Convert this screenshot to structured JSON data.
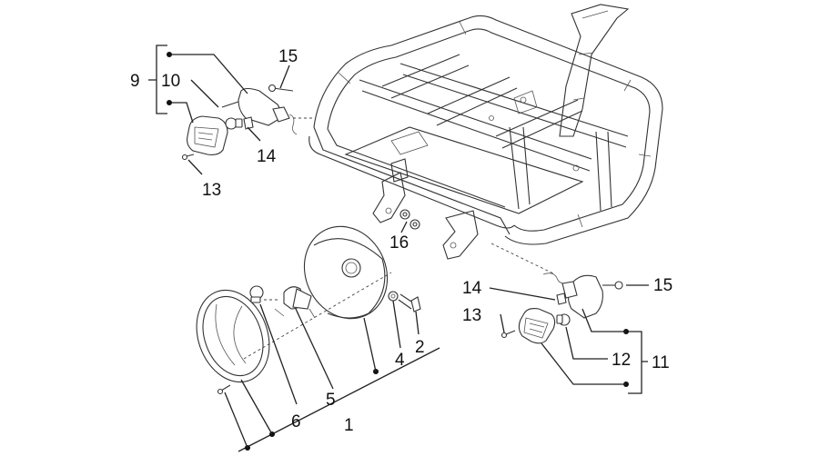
{
  "labels": {
    "l1": "1",
    "l2": "2",
    "l4": "4",
    "l5": "5",
    "l6": "6",
    "l9": "9",
    "l10": "10",
    "l11": "11",
    "l12": "12",
    "l13a": "13",
    "l13b": "13",
    "l14a": "14",
    "l14b": "14",
    "l15a": "15",
    "l15b": "15",
    "l16": "16"
  }
}
